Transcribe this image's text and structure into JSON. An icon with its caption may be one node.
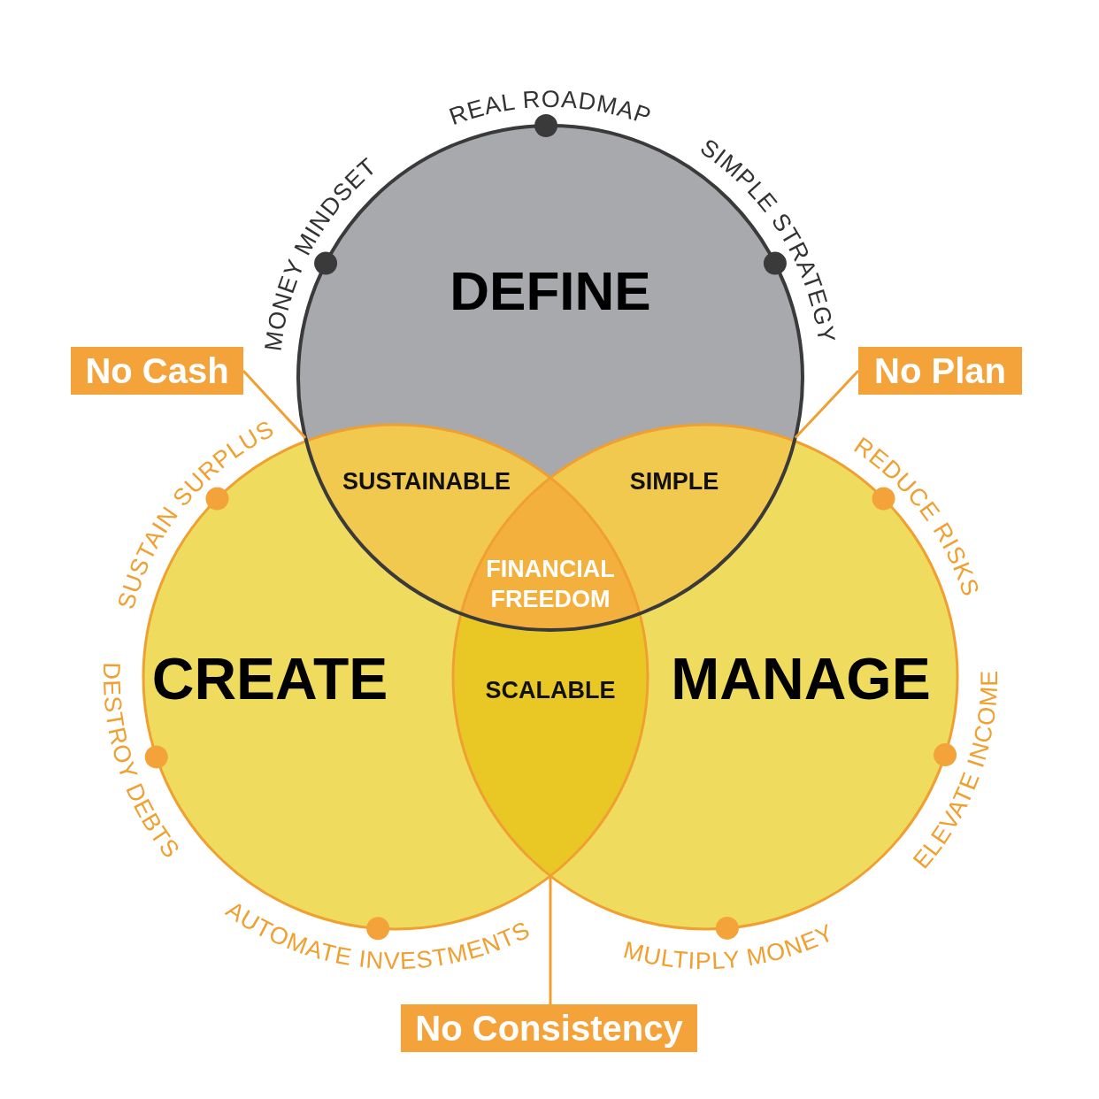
{
  "diagram": {
    "nodes": [
      {
        "text": [
          "DEFINE"
        ]
      },
      {
        "text": [
          "CREATE"
        ]
      },
      {
        "text": [
          "MANAGE"
        ]
      },
      {
        "text": [
          "SUSTAINABLE"
        ]
      },
      {
        "text": [
          "SIMPLE"
        ]
      },
      {
        "text": [
          "FINANCIAL FREEDOM"
        ]
      },
      {
        "text": [
          "SCALABLE"
        ]
      },
      {
        "text": [
          "No Cash"
        ]
      },
      {
        "text": [
          "No Plan"
        ]
      },
      {
        "text": [
          "No Consistency"
        ]
      }
    ],
    "edges": [
      {
        "from": 7,
        "to": 0,
        "arrow": "none"
      },
      {
        "from": 8,
        "to": 0,
        "arrow": "none"
      },
      {
        "from": 9,
        "to": 6,
        "arrow": "none"
      }
    ],
    "labels": [
      "REAL ROADMAP",
      "MONEY MINDSET",
      "SIMPLE STRATEGY",
      "SUSTAIN SURPLUS",
      "REDUCE RISKS",
      "DESTROY DEBTS",
      "ELEVATE INCOME",
      "AUTOMATE INVESTMENTS",
      "MULTIPLY MONEY"
    ]
  }
}
